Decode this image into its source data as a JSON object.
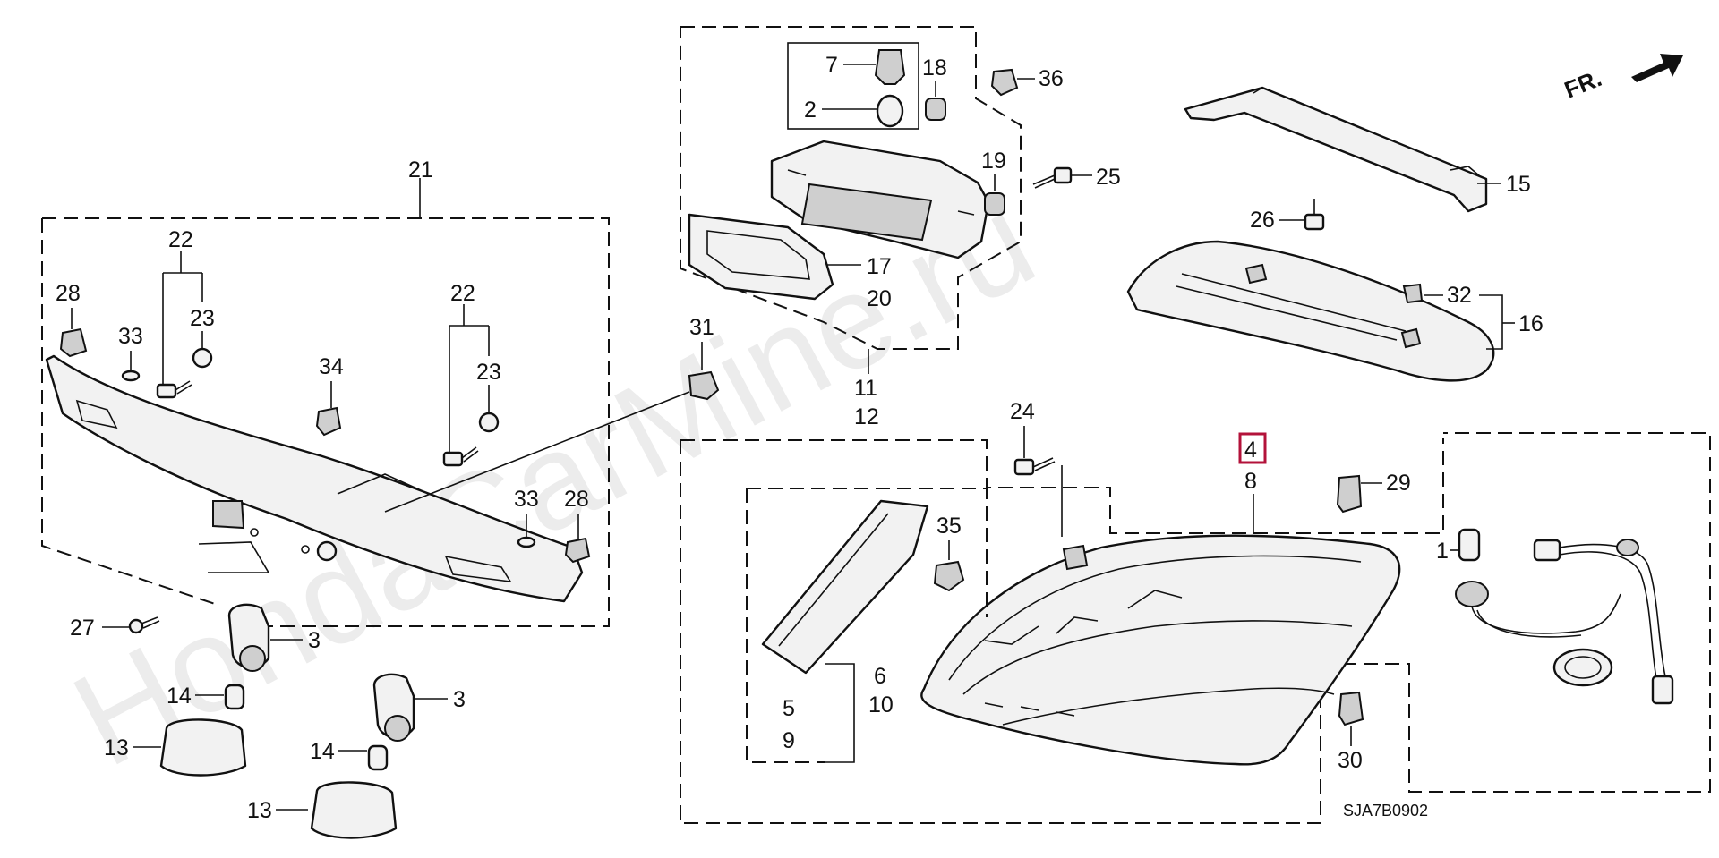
{
  "diagram": {
    "watermark": "HondaCarMine.ru",
    "direction_label": "FR.",
    "diagram_code": "SJA7B0902",
    "highlighted_part": "4",
    "labels": {
      "p1": "1",
      "p2": "2",
      "p3a": "3",
      "p3b": "3",
      "p4": "4",
      "p5": "5",
      "p6": "6",
      "p7": "7",
      "p8": "8",
      "p9": "9",
      "p10": "10",
      "p11": "11",
      "p12": "12",
      "p13a": "13",
      "p13b": "13",
      "p14a": "14",
      "p14b": "14",
      "p15": "15",
      "p16": "16",
      "p17": "17",
      "p18": "18",
      "p19": "19",
      "p20": "20",
      "p21": "21",
      "p22a": "22",
      "p22b": "22",
      "p23a": "23",
      "p23b": "23",
      "p24": "24",
      "p25": "25",
      "p26": "26",
      "p27": "27",
      "p28a": "28",
      "p28b": "28",
      "p29": "29",
      "p30": "30",
      "p31": "31",
      "p32": "32",
      "p33a": "33",
      "p33b": "33",
      "p34": "34",
      "p35": "35",
      "p36": "36"
    }
  }
}
